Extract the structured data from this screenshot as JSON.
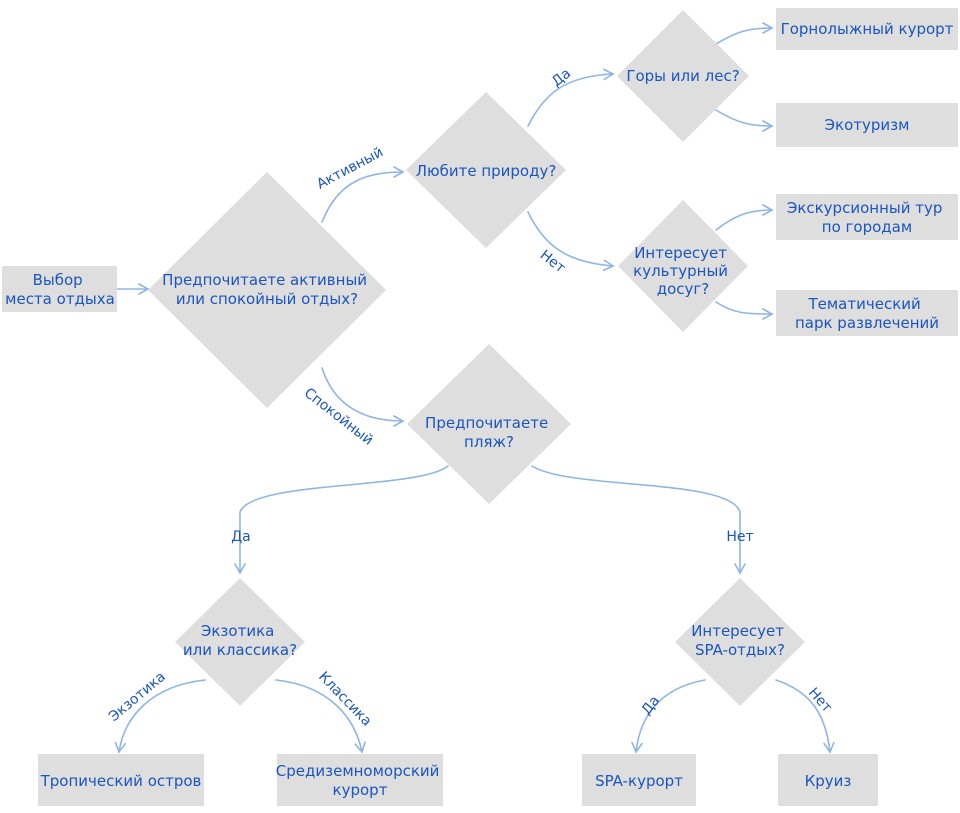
{
  "colors": {
    "shape_fill": "#dedede",
    "text": "#1a55c0",
    "connector": "#8eb5e6",
    "background": "#ffffff"
  },
  "nodes": {
    "start": [
      "Выбор",
      "места отдыха"
    ],
    "q_active_calm": [
      "Предпочитаете активный",
      "или спокойный отдых?"
    ],
    "q_nature": [
      "Любите природу?"
    ],
    "q_mountains_forest": [
      "Горы или лес?"
    ],
    "r_ski_resort": [
      "Горнолыжный курорт"
    ],
    "r_ecotourism": [
      "Экотуризм"
    ],
    "q_culture": [
      "Интересует",
      "культурный",
      "досуг?"
    ],
    "r_city_tour": [
      "Экскурсионный тур",
      "по городам"
    ],
    "r_theme_park": [
      "Тематический",
      "парк развлечений"
    ],
    "q_beach": [
      "Предпочитаете",
      "пляж?"
    ],
    "q_exotic_classic": [
      "Экзотика",
      "или классика?"
    ],
    "r_tropical_island": [
      "Тропический остров"
    ],
    "r_mediterranean": [
      "Средиземноморский",
      "курорт"
    ],
    "q_spa": [
      "Интересует",
      "SPA-отдых?"
    ],
    "r_spa_resort": [
      "SPA-курорт"
    ],
    "r_cruise": [
      "Круиз"
    ]
  },
  "edge_labels": {
    "active": "Активный",
    "calm": "Спокойный",
    "nature_yes": "Да",
    "nature_no": "Нет",
    "beach_yes": "Да",
    "beach_no": "Нет",
    "exotic": "Экзотика",
    "classic": "Классика",
    "spa_yes": "Да",
    "spa_no": "Нет"
  }
}
